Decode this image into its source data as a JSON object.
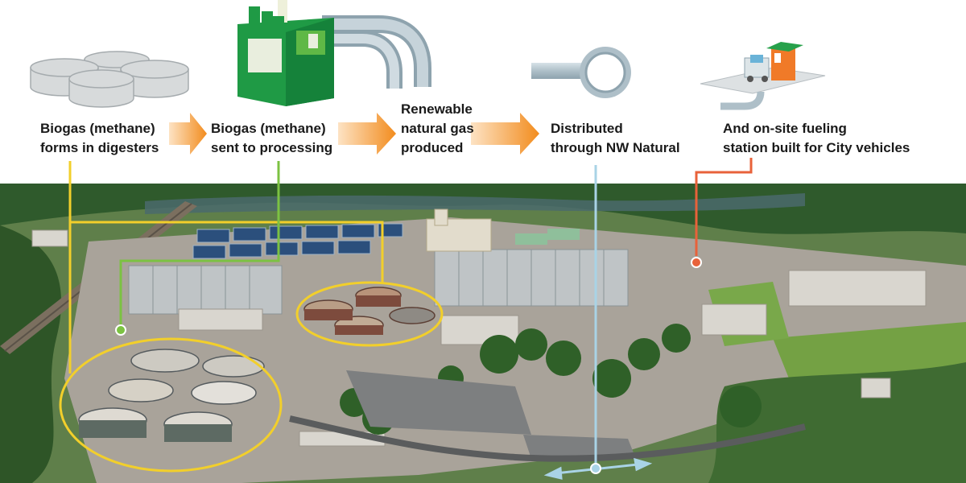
{
  "steps": [
    {
      "line1": "Biogas (methane)",
      "line2": "forms in digesters",
      "icon": "digester-tanks-icon"
    },
    {
      "line1": "Biogas (methane)",
      "line2": "sent to processing",
      "icon": "processing-plant-icon"
    },
    {
      "line1": "Renewable",
      "line2": "natural gas",
      "line3": "produced"
    },
    {
      "line1": "Distributed",
      "line2": "through NW Natural",
      "icon": "gas-pipe-icon"
    },
    {
      "line1": "And on-site fueling",
      "line2": "station built for City vehicles",
      "icon": "fueling-station-icon"
    }
  ],
  "colors": {
    "arrow": "#f28c1e",
    "digester_callout": "#f2cf2b",
    "processing_callout": "#7cc242",
    "distribution_callout": "#a9d3e6",
    "fueling_callout": "#e8623a",
    "plant_green": "#1f9a45",
    "pipe_gray": "#aebfc8"
  }
}
